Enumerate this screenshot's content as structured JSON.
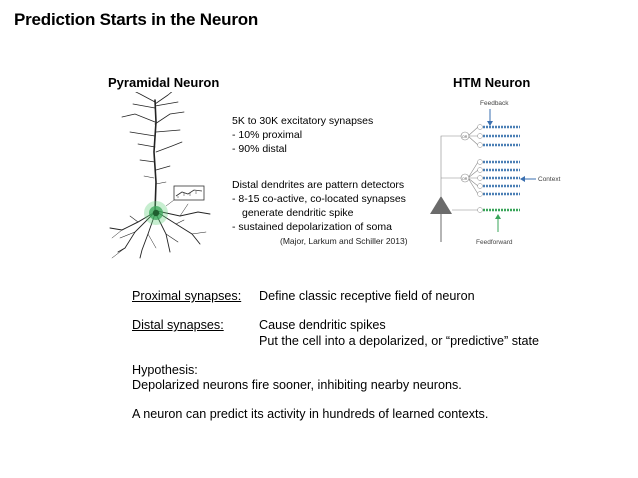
{
  "slide": {
    "title": "Prediction Starts in the Neuron"
  },
  "pyramidal": {
    "heading": "Pyramidal Neuron",
    "synapses": {
      "line1": "5K to 30K excitatory synapses",
      "line2": "- 10% proximal",
      "line3": "- 90% distal"
    },
    "dendrites": {
      "line1": "Distal dendrites are pattern detectors",
      "line2": "- 8-15 co-active, co-located synapses",
      "line3": "generate dendritic spike",
      "line4": "- sustained depolarization of soma"
    },
    "citation": "(Major, Larkum and Schiller 2013)"
  },
  "htm": {
    "heading": "HTM Neuron",
    "feedback_label": "Feedback",
    "context_label": "Context",
    "feedforward_label": "Feedforward",
    "or_label": "OR"
  },
  "notes": {
    "proximal_term": "Proximal synapses:",
    "proximal_def": "Define classic receptive field of neuron",
    "distal_term": "Distal synapses:",
    "distal_def_1": "Cause dendritic spikes",
    "distal_def_2": "Put the cell into a depolarized, or “predictive” state",
    "hypothesis_label": "Hypothesis:",
    "hypothesis_text": "Depolarized neurons fire sooner, inhibiting nearby neurons.",
    "conclusion": "A neuron can predict its activity in hundreds of learned contexts."
  },
  "colors": {
    "synapse_blue": "#4a7fb5",
    "synapse_green": "#3aa55a",
    "arrow_blue": "#3a6fb0",
    "soma_gray": "#6b6b6b"
  }
}
